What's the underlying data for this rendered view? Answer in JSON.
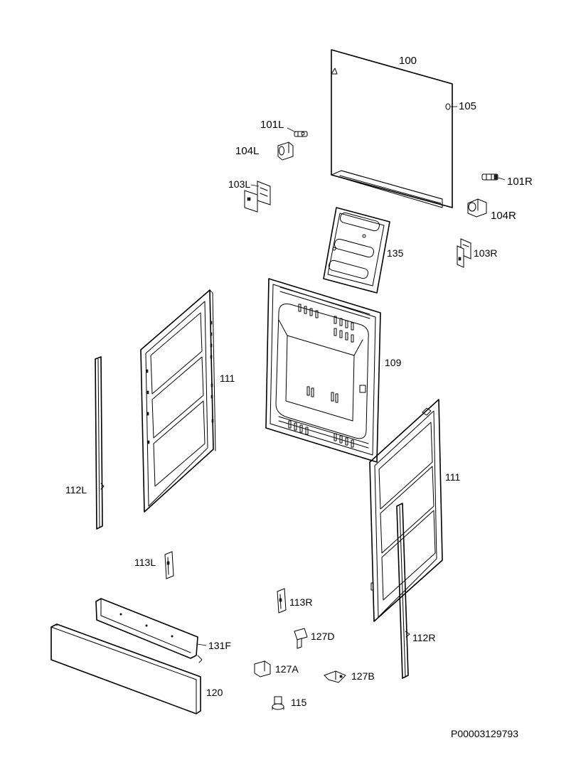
{
  "labels": {
    "p100": "100",
    "p105": "105",
    "p101L": "101L",
    "p104L": "104L",
    "p103L": "103L",
    "p101R": "101R",
    "p104R": "104R",
    "p135": "135",
    "p103R": "103R",
    "p109": "109",
    "p111_left": "111",
    "p111_right": "111",
    "p112L": "112L",
    "p112R": "112R",
    "p113L": "113L",
    "p113R": "113R",
    "p131F": "131F",
    "p127D": "127D",
    "p127A": "127A",
    "p127B": "127B",
    "p120": "120",
    "p115": "115"
  },
  "document_ref": "P00003129793"
}
